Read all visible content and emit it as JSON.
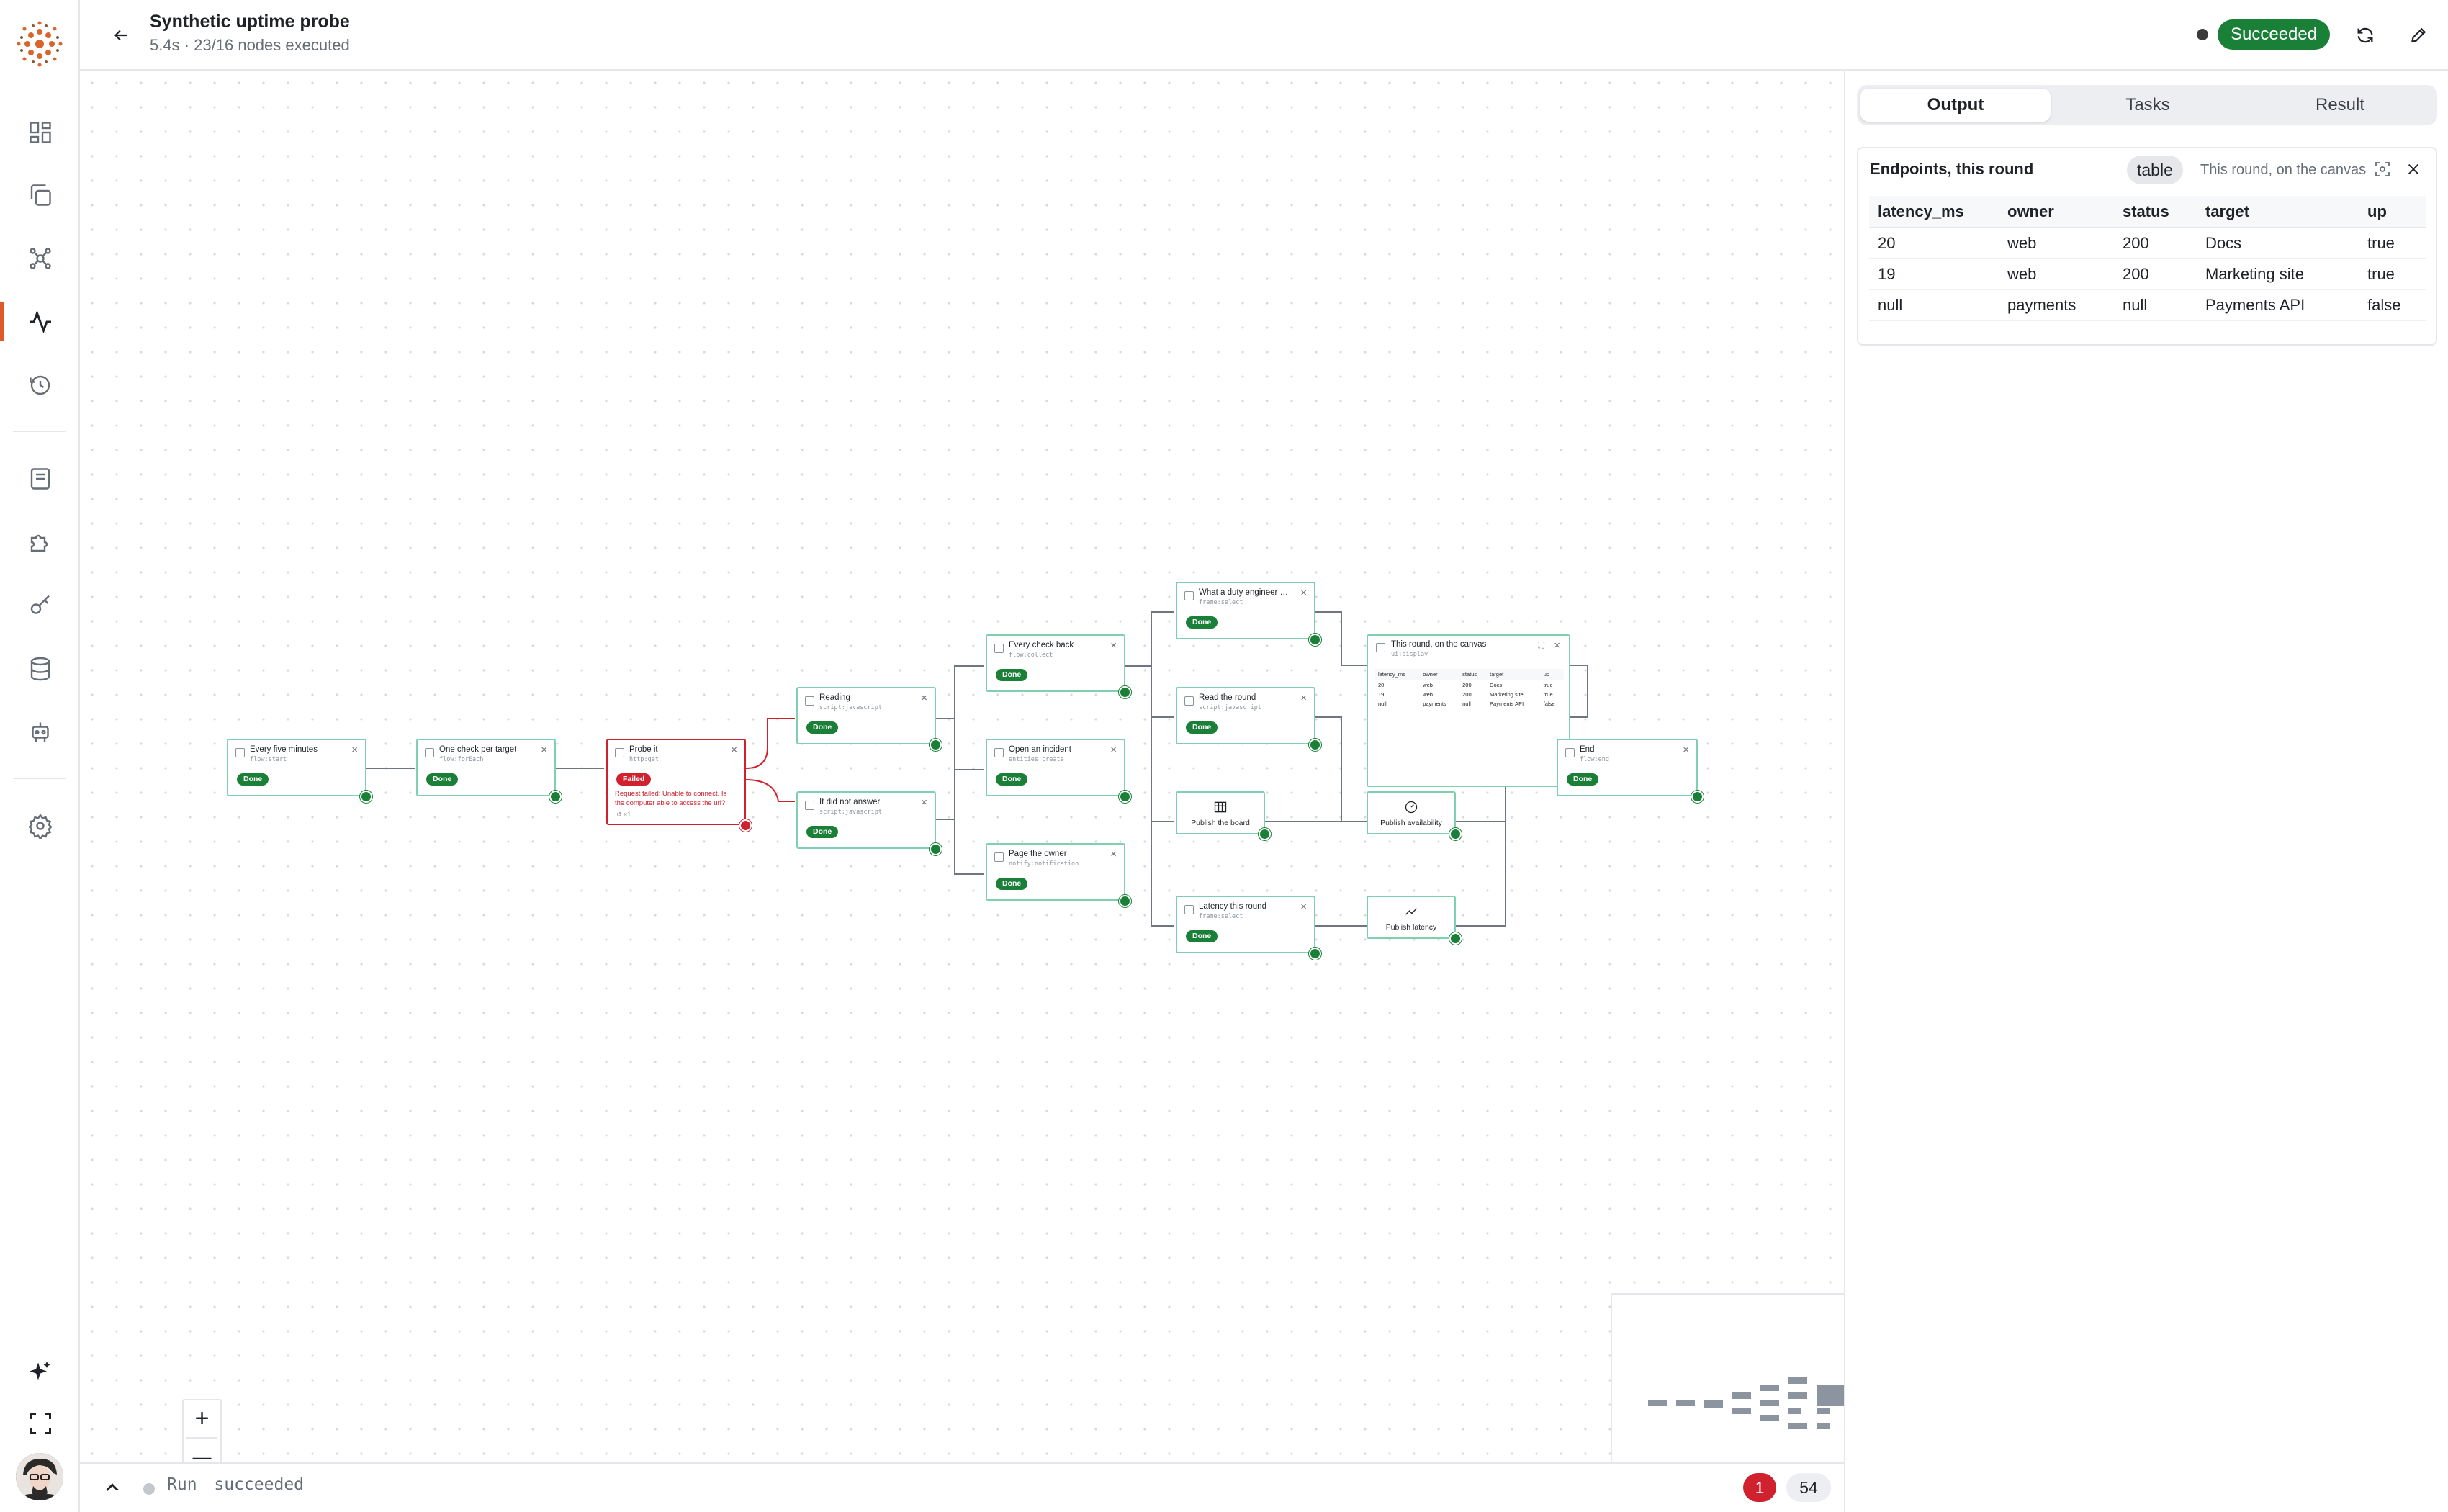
{
  "header": {
    "title": "Synthetic uptime probe",
    "duration": "5.4s",
    "separator": "·",
    "nodes_executed": "23/16 nodes executed",
    "status": "Succeeded"
  },
  "rail": {
    "items": [
      "dashboard-icon",
      "copy-icon",
      "nodes-icon",
      "activity-icon",
      "clock-history-icon",
      "book-icon",
      "puzzle-icon",
      "key-icon",
      "database-icon",
      "robot-icon",
      "gear-icon",
      "sparkle-icon",
      "fullscreen-icon"
    ],
    "active": "activity-icon"
  },
  "flow": {
    "nodes": [
      {
        "id": "n1",
        "title": "Every five minutes",
        "type": "flow:start",
        "status": "Done"
      },
      {
        "id": "n2",
        "title": "One check per target",
        "type": "flow:forEach",
        "status": "Done"
      },
      {
        "id": "n3",
        "title": "Probe it",
        "type": "http:get",
        "status": "Failed",
        "error": "Request failed: Unable to connect. Is the computer able to access the url?",
        "retry": "↺ ×1"
      },
      {
        "id": "n4",
        "title": "Reading",
        "type": "script:javascript",
        "status": "Done"
      },
      {
        "id": "n5",
        "title": "It did not answer",
        "type": "script:javascript",
        "status": "Done"
      },
      {
        "id": "n6",
        "title": "Every check back",
        "type": "flow:collect",
        "status": "Done"
      },
      {
        "id": "n7",
        "title": "Open an incident",
        "type": "entities:create",
        "status": "Done"
      },
      {
        "id": "n8",
        "title": "Page the owner",
        "type": "notify:notification",
        "status": "Done"
      },
      {
        "id": "n9",
        "title": "What a duty engineer ne...",
        "type": "frame:select",
        "status": "Done"
      },
      {
        "id": "n10",
        "title": "Read the round",
        "type": "script:javascript",
        "status": "Done"
      },
      {
        "id": "n11",
        "title": "Latency this round",
        "type": "frame:select",
        "status": "Done"
      },
      {
        "id": "n12",
        "title": "End",
        "type": "flow:end",
        "status": "Done"
      }
    ],
    "compact_nodes": [
      {
        "id": "c1",
        "label": "Publish the board",
        "icon": "table-icon"
      },
      {
        "id": "c2",
        "label": "Publish availability",
        "icon": "gauge-icon"
      },
      {
        "id": "c3",
        "label": "Publish latency",
        "icon": "line-chart-icon"
      }
    ],
    "display_node": {
      "title": "This round, on the canvas",
      "type": "ui:display",
      "columns": [
        "latency_ms",
        "owner",
        "status",
        "target",
        "up"
      ],
      "rows": [
        [
          "20",
          "web",
          "200",
          "Docs",
          "true"
        ],
        [
          "19",
          "web",
          "200",
          "Marketing site",
          "true"
        ],
        [
          "null",
          "payments",
          "null",
          "Payments API",
          "false"
        ]
      ]
    }
  },
  "zoom": {
    "in": "+",
    "out": "—"
  },
  "bottom": {
    "run_label": "Run",
    "run_status": "succeeded",
    "error_count": "1",
    "log_count": "54"
  },
  "panel": {
    "tabs": [
      {
        "label": "Output",
        "active": true
      },
      {
        "label": "Tasks",
        "active": false
      },
      {
        "label": "Result",
        "active": false
      }
    ],
    "card": {
      "title": "Endpoints, this round",
      "format": "table",
      "source": "This round, on the canvas",
      "columns": [
        "latency_ms",
        "owner",
        "status",
        "target",
        "up"
      ],
      "rows": [
        [
          "20",
          "web",
          "200",
          "Docs",
          "true"
        ],
        [
          "19",
          "web",
          "200",
          "Marketing site",
          "true"
        ],
        [
          "null",
          "payments",
          "null",
          "Payments API",
          "false"
        ]
      ]
    }
  },
  "colors": {
    "accent": "#e0592b",
    "success": "#1a7f37",
    "danger": "#cf222e",
    "node_border": "#7fcfb1"
  }
}
